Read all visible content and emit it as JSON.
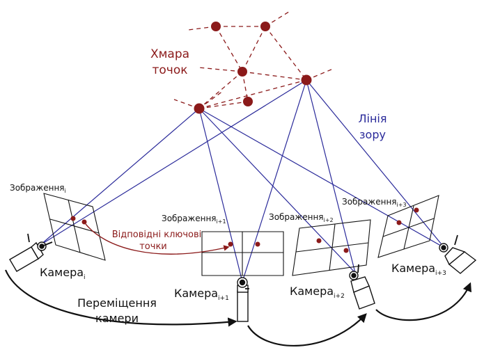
{
  "labels": {
    "point_cloud_line1": "Хмара",
    "point_cloud_line2": "точок",
    "line_of_sight_line1": "Лінія",
    "line_of_sight_line2": "зору",
    "matching_keypoints_line1": "Відповідні ключові",
    "matching_keypoints_line2": "точки",
    "camera_motion_line1": "Переміщення",
    "camera_motion_line2": "камери"
  },
  "images": [
    {
      "base": "Зображення",
      "sub": "i"
    },
    {
      "base": "Зображення",
      "sub": "i+1"
    },
    {
      "base": "Зображення",
      "sub": "i+2"
    },
    {
      "base": "Зображення",
      "sub": "i+3"
    }
  ],
  "cameras": [
    {
      "base": "Камера",
      "sub": "i"
    },
    {
      "base": "Камера",
      "sub": "i+1"
    },
    {
      "base": "Камера",
      "sub": "i+2"
    },
    {
      "base": "Камера",
      "sub": "i+3"
    }
  ],
  "colors": {
    "point_cloud": "#8b1a1a",
    "line_of_sight": "#2a2a9a",
    "outline": "#111111"
  }
}
